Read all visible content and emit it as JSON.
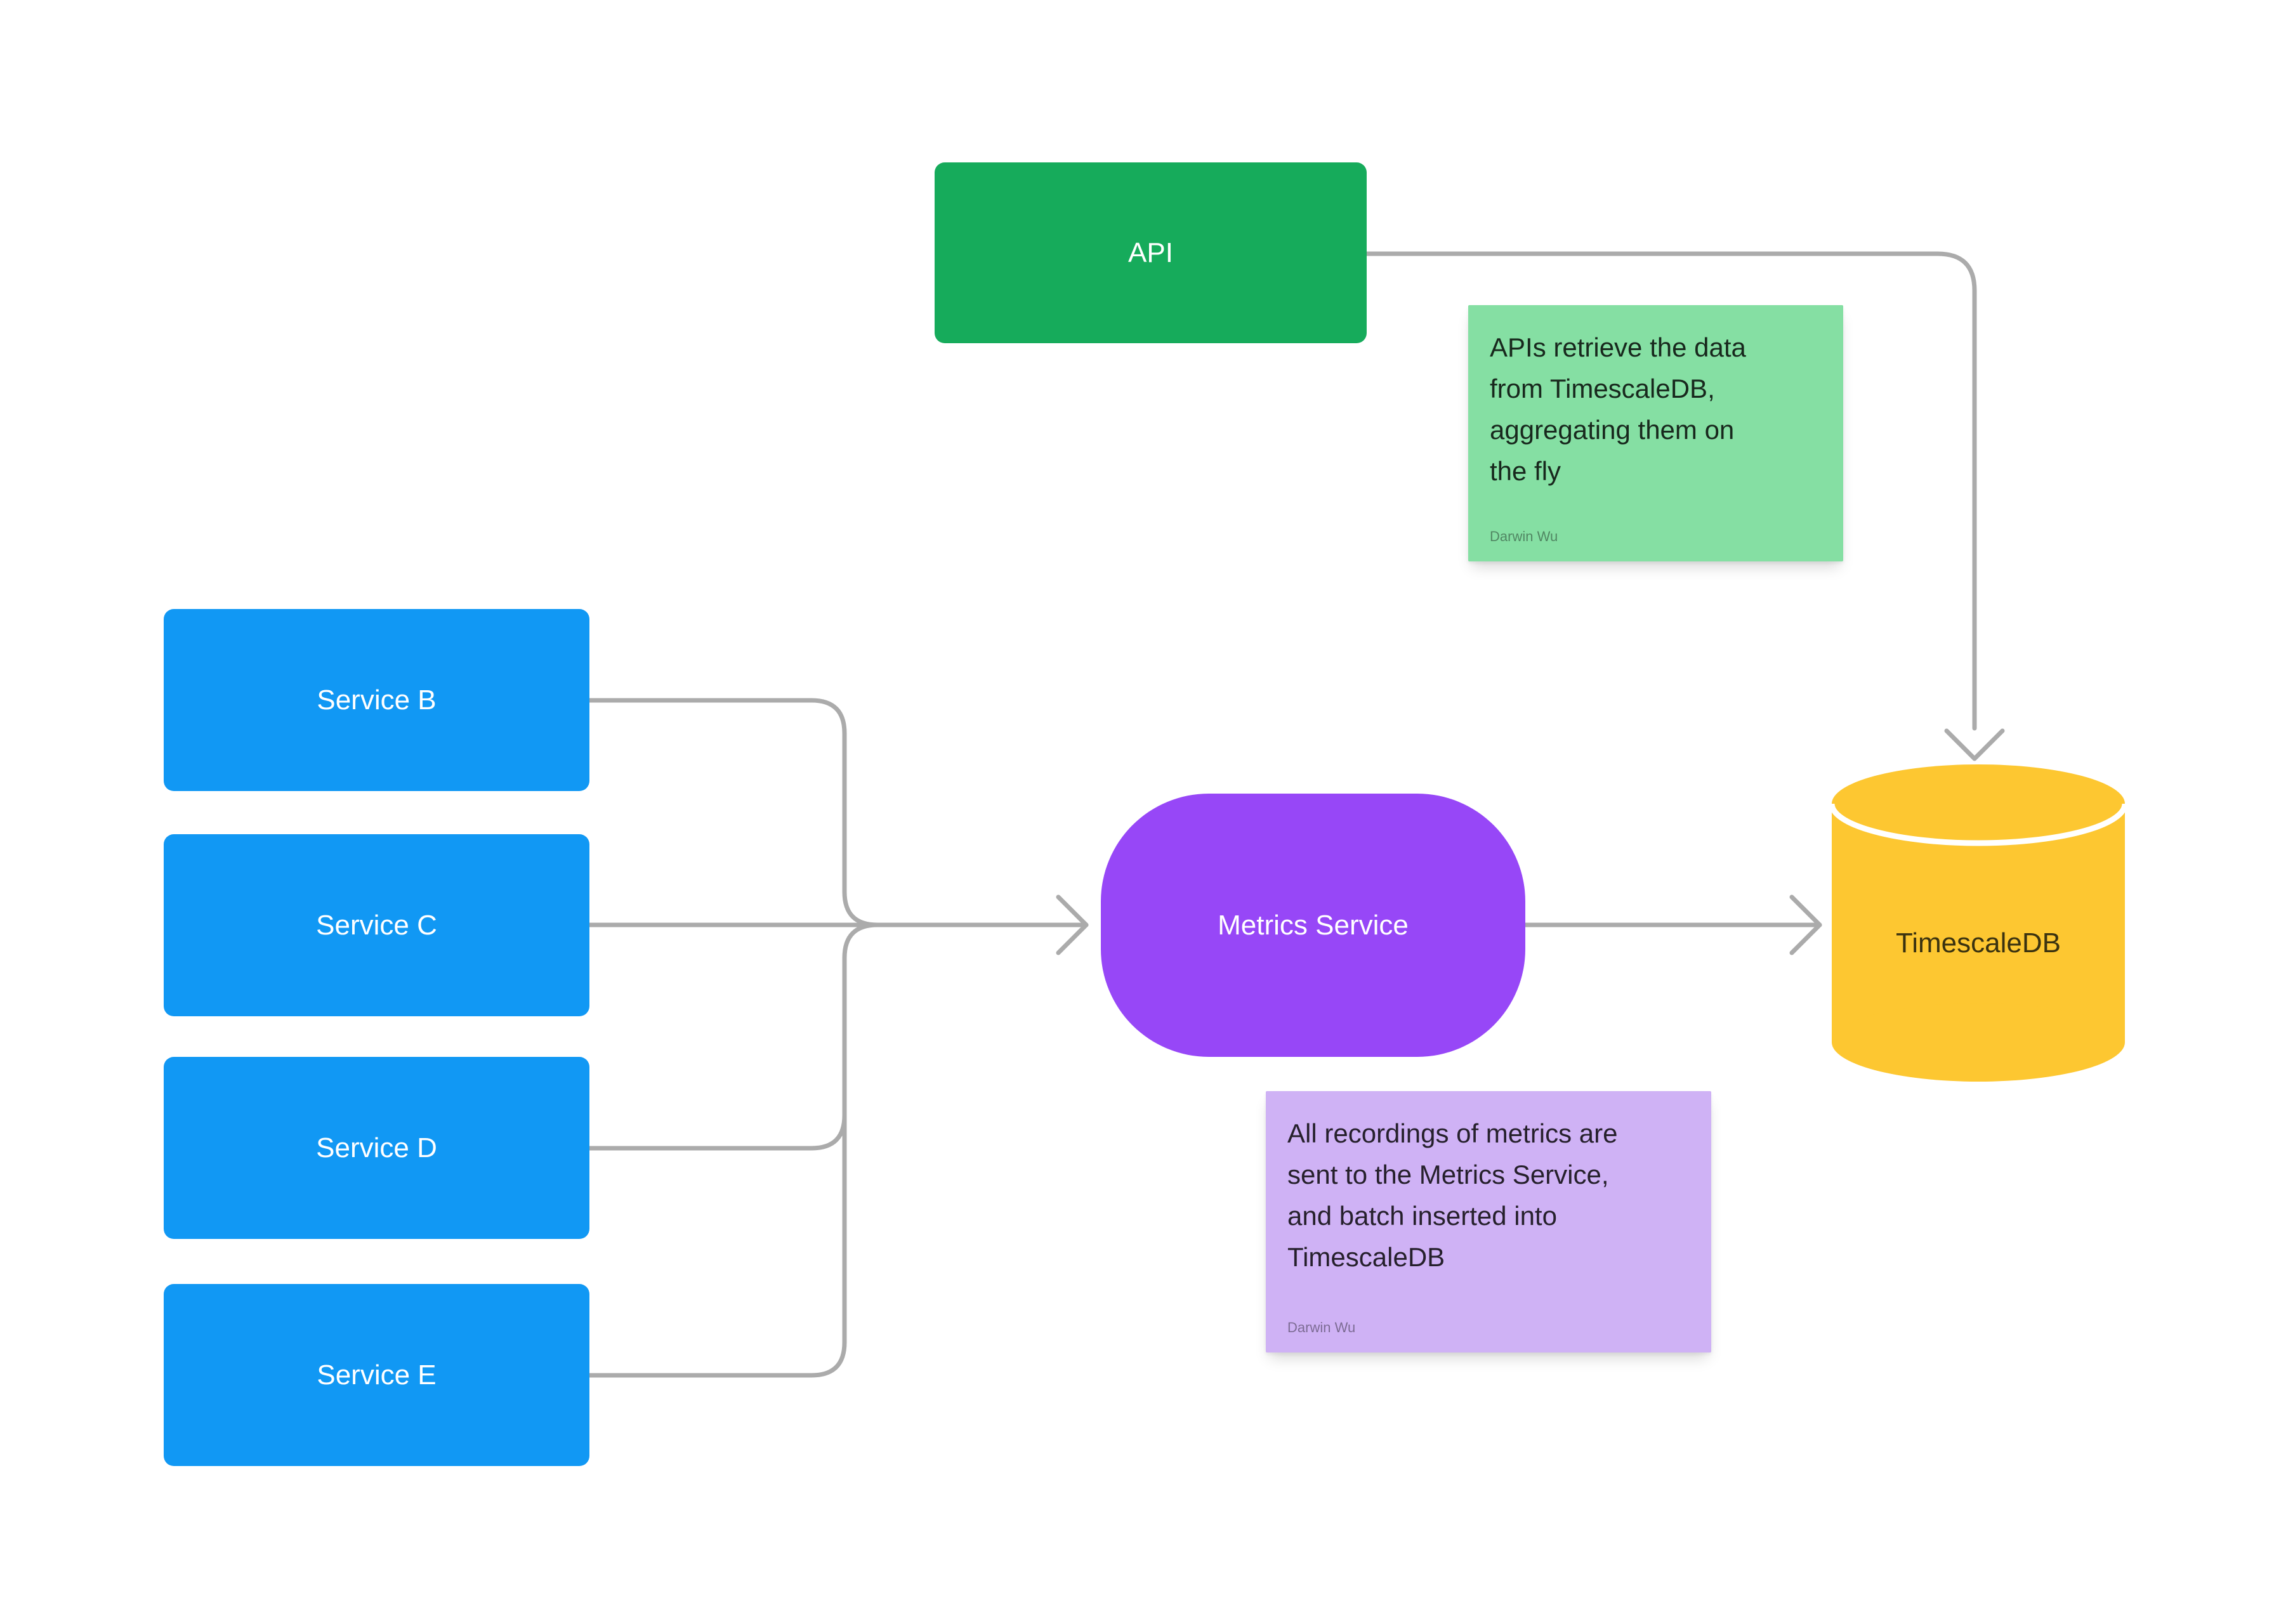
{
  "diagram": {
    "background": "#ffffff",
    "connector_color": "#ababab",
    "nodes": {
      "api": {
        "label": "API",
        "color": "#16ab5b",
        "text_color": "#ffffff"
      },
      "services": [
        {
          "label": "Service B"
        },
        {
          "label": "Service C"
        },
        {
          "label": "Service D"
        },
        {
          "label": "Service E"
        }
      ],
      "service_color": "#1198f4",
      "metrics": {
        "label": "Metrics Service",
        "color": "#9747f7",
        "text_color": "#ffffff"
      },
      "database": {
        "label": "TimescaleDB",
        "color": "#fdc731",
        "text_color": "#3b3310"
      }
    },
    "notes": [
      {
        "text": "APIs retrieve the data\nfrom TimescaleDB,\naggregating them on\nthe fly",
        "author": "Darwin Wu",
        "color": "#85dfa3"
      },
      {
        "text": "All recordings of metrics are\nsent to the Metrics Service,\nand batch inserted into\nTimescaleDB",
        "author": "Darwin Wu",
        "color": "#cfb2f5"
      }
    ]
  }
}
